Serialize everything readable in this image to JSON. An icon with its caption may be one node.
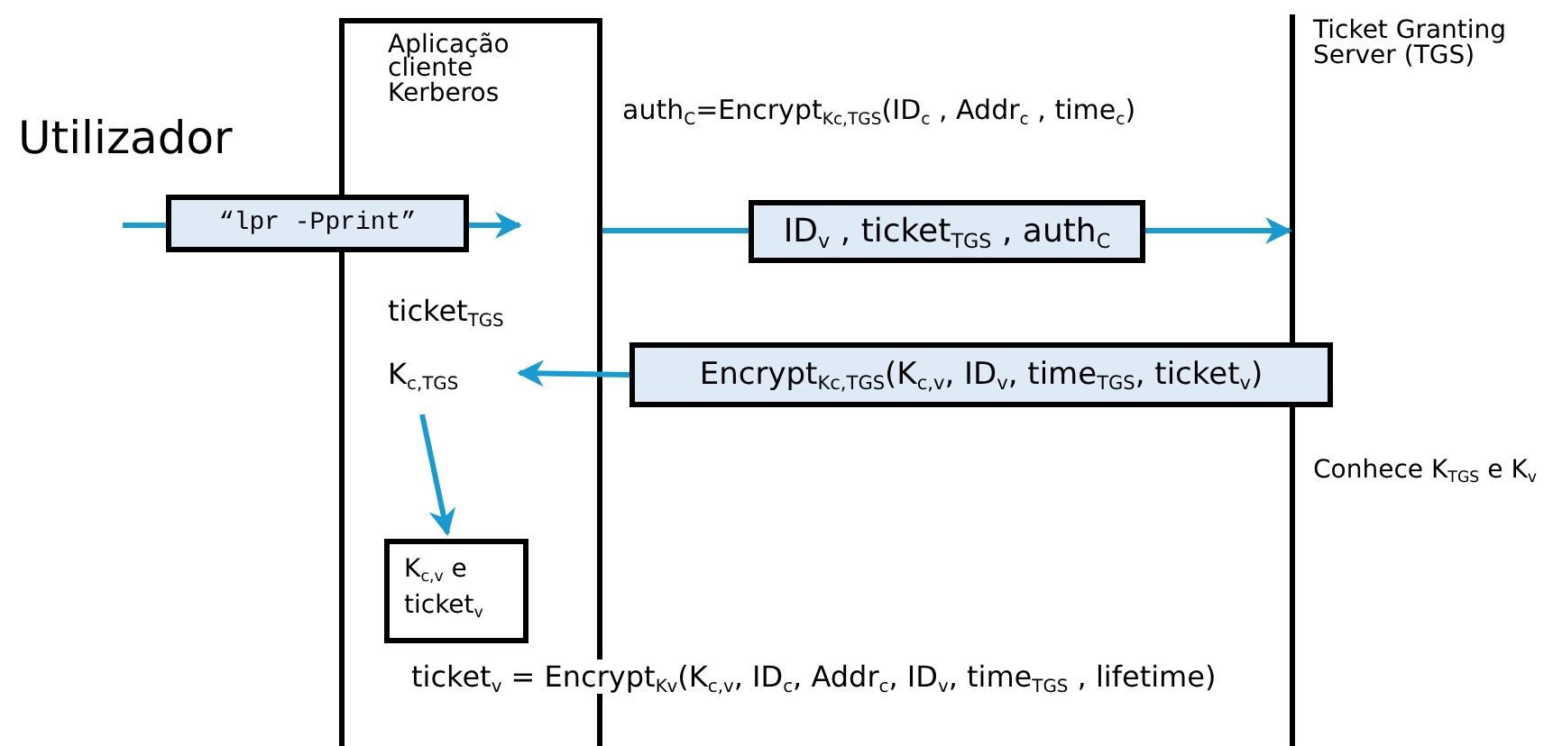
{
  "diagram": {
    "nodes": [
      {
        "text": [
          "Aplicação cliente Kerberos"
        ]
      },
      {
        "text": [
          "“lpr -Pprint”"
        ]
      },
      {
        "text": [
          "Ticket Granting Server (TGS)",
          "Conhece K$_{TGS}$ e K$_{v}$"
        ]
      },
      {
        "text": [
          "ID$_{v}$ , ticket$_{TGS}$ , auth$_{C}$"
        ]
      },
      {
        "text": [
          "ticket$_{TGS}$",
          "K$_{c,TGS}$"
        ],
        "in": 0
      },
      {
        "text": [
          "Encrypt$_{Kc,TGS}$(K$_{c,v}$, ID$_{v}$, time$_{TGS}$, ticket$_{v}$)"
        ]
      },
      {
        "text": [
          "K$_{c,v}$ e ticket$_{v}$"
        ],
        "in": 0
      }
    ],
    "edges": [
      {
        "from": null,
        "to": 1,
        "arrow": "none"
      },
      {
        "from": 1,
        "to": null,
        "arrow": "to"
      },
      {
        "from": 0,
        "to": 3,
        "arrow": "none"
      },
      {
        "from": 3,
        "to": 2,
        "arrow": "to"
      },
      {
        "from": 5,
        "to": 4,
        "arrow": "to"
      },
      {
        "from": 4,
        "to": 6,
        "arrow": "to"
      }
    ],
    "labels": [
      "Utilizador",
      "auth$_{C}$=Encrypt$_{Kc,TGS}$(ID$_{c}$ , Addr$_{c}$ , time$_{c}$)",
      "ticket$_{v}$ = Encrypt$_{Kv}$(K$_{c,v}$, ID$_{c}$, Addr$_{c}$, ID$_{v}$, time$_{TGS}$ , lifetime)"
    ]
  }
}
